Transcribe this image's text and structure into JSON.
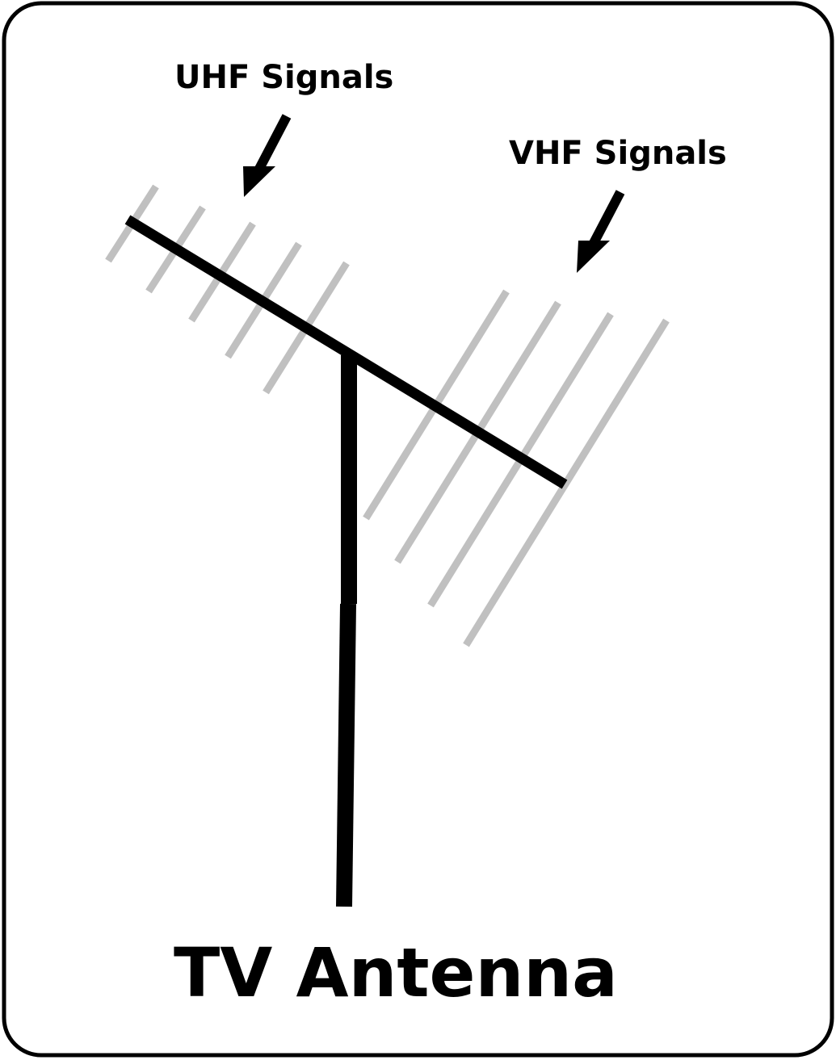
{
  "labels": {
    "uhf": "UHF Signals",
    "vhf": "VHF Signals",
    "title": "TV Antenna"
  },
  "colors": {
    "frame": "#000000",
    "antenna": "#000000",
    "signal_elements": "#c0c0c0",
    "background": "#ffffff"
  },
  "icons": {
    "uhf_pointer": "arrow-down-left-icon",
    "vhf_pointer": "arrow-down-left-icon"
  }
}
